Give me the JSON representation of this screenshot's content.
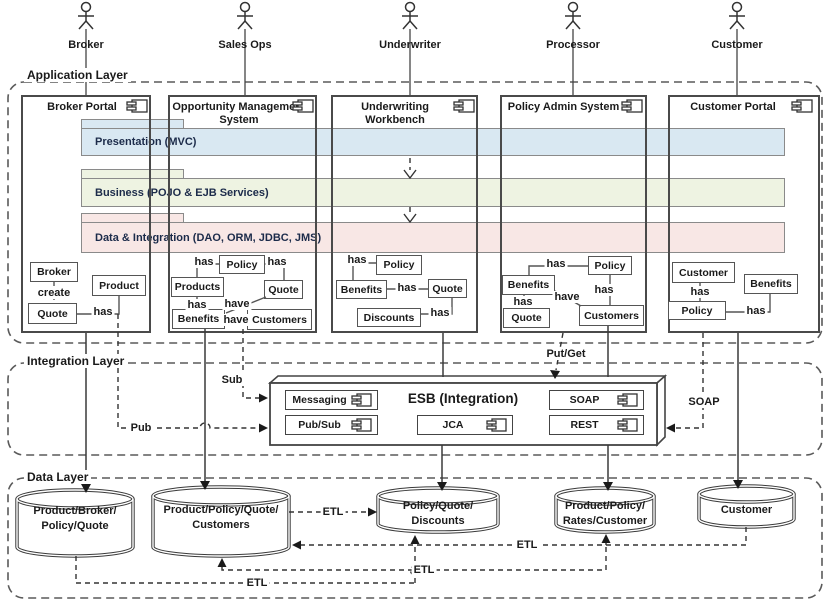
{
  "layers": {
    "application": "Application Layer",
    "integration": "Integration Layer",
    "data": "Data Layer"
  },
  "actors": [
    {
      "label": "Broker"
    },
    {
      "label": "Sales Ops"
    },
    {
      "label": "Underwriter"
    },
    {
      "label": "Processor"
    },
    {
      "label": "Customer"
    }
  ],
  "bands": [
    {
      "label": "Presentation (MVC)"
    },
    {
      "label": "Business (POJO & EJB Services)"
    },
    {
      "label": "Data & Integration (DAO, ORM, JDBC, JMS)"
    }
  ],
  "colors": {
    "band_presentation": "#d9e8f2",
    "band_business": "#eef3e2",
    "band_data": "#f8e7e5"
  },
  "components": [
    {
      "title": "Broker Portal",
      "entities": [
        "Broker",
        "Product",
        "Quote"
      ]
    },
    {
      "title": "Opportunity Management System",
      "entities": [
        "Policy",
        "Products",
        "Quote",
        "Benefits",
        "Customers"
      ]
    },
    {
      "title": "Underwriting Workbench",
      "entities": [
        "Policy",
        "Benefits",
        "Quote",
        "Discounts"
      ]
    },
    {
      "title": "Policy Admin System",
      "entities": [
        "Policy",
        "Benefits",
        "Quote",
        "Customers"
      ]
    },
    {
      "title": "Customer Portal",
      "entities": [
        "Customer",
        "Benefits",
        "Policy"
      ]
    }
  ],
  "relations": {
    "create": "create",
    "has": "has",
    "have": "have"
  },
  "flows": {
    "sub": "Sub",
    "pub": "Pub",
    "put_get": "Put/Get",
    "soap": "SOAP",
    "etl": "ETL"
  },
  "esb": {
    "title": "ESB (Integration)",
    "modules": [
      {
        "label": "Messaging"
      },
      {
        "label": "Pub/Sub"
      },
      {
        "label": "JCA"
      },
      {
        "label": "SOAP"
      },
      {
        "label": "REST"
      }
    ]
  },
  "datastores": [
    {
      "line1": "Product/Broker/",
      "line2": "Policy/Quote"
    },
    {
      "line1": "Product/Policy/Quote/",
      "line2": "Customers"
    },
    {
      "line1": "Policy/Quote/",
      "line2": "Discounts"
    },
    {
      "line1": "Product/Policy/",
      "line2": "Rates/Customer"
    },
    {
      "line1": "Customer",
      "line2": ""
    }
  ]
}
